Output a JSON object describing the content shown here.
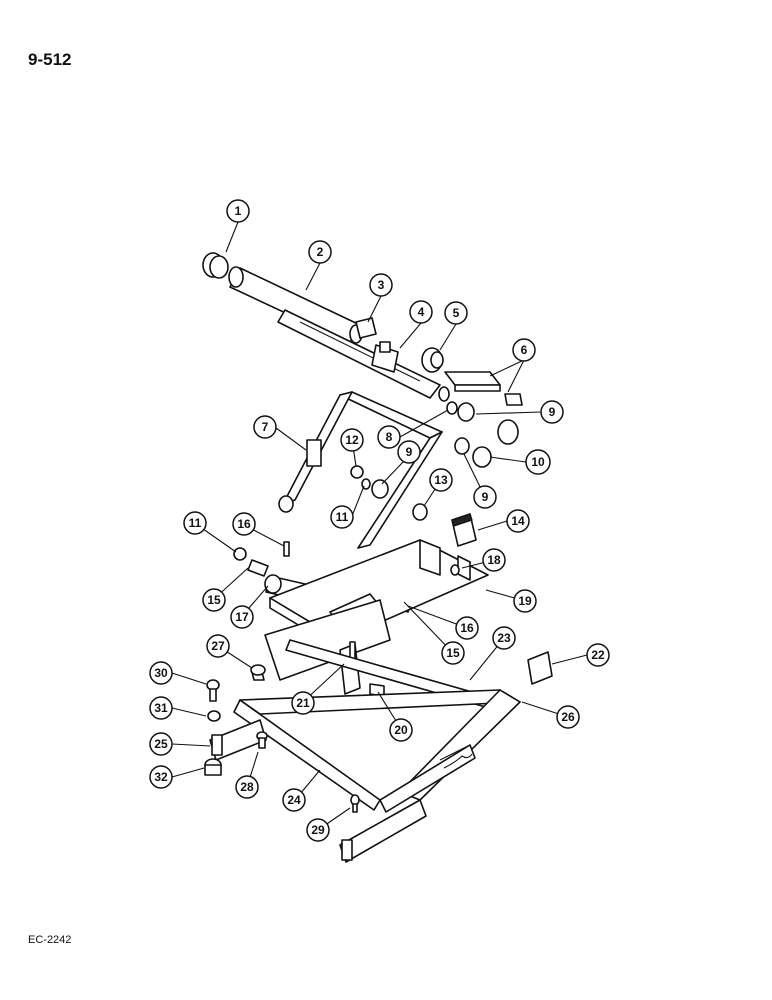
{
  "page_number": "9-512",
  "reference_code": "EC-2242",
  "callouts": [
    {
      "label": "1"
    },
    {
      "label": "2"
    },
    {
      "label": "3"
    },
    {
      "label": "4"
    },
    {
      "label": "5"
    },
    {
      "label": "6"
    },
    {
      "label": "7"
    },
    {
      "label": "8"
    },
    {
      "label": "9"
    },
    {
      "label": "9"
    },
    {
      "label": "9"
    },
    {
      "label": "10"
    },
    {
      "label": "11"
    },
    {
      "label": "11"
    },
    {
      "label": "12"
    },
    {
      "label": "13"
    },
    {
      "label": "14"
    },
    {
      "label": "15"
    },
    {
      "label": "15"
    },
    {
      "label": "16"
    },
    {
      "label": "16"
    },
    {
      "label": "17"
    },
    {
      "label": "18"
    },
    {
      "label": "19"
    },
    {
      "label": "20"
    },
    {
      "label": "21"
    },
    {
      "label": "22"
    },
    {
      "label": "23"
    },
    {
      "label": "24"
    },
    {
      "label": "25"
    },
    {
      "label": "26"
    },
    {
      "label": "27"
    },
    {
      "label": "28"
    },
    {
      "label": "29"
    },
    {
      "label": "30"
    },
    {
      "label": "31"
    },
    {
      "label": "32"
    }
  ]
}
